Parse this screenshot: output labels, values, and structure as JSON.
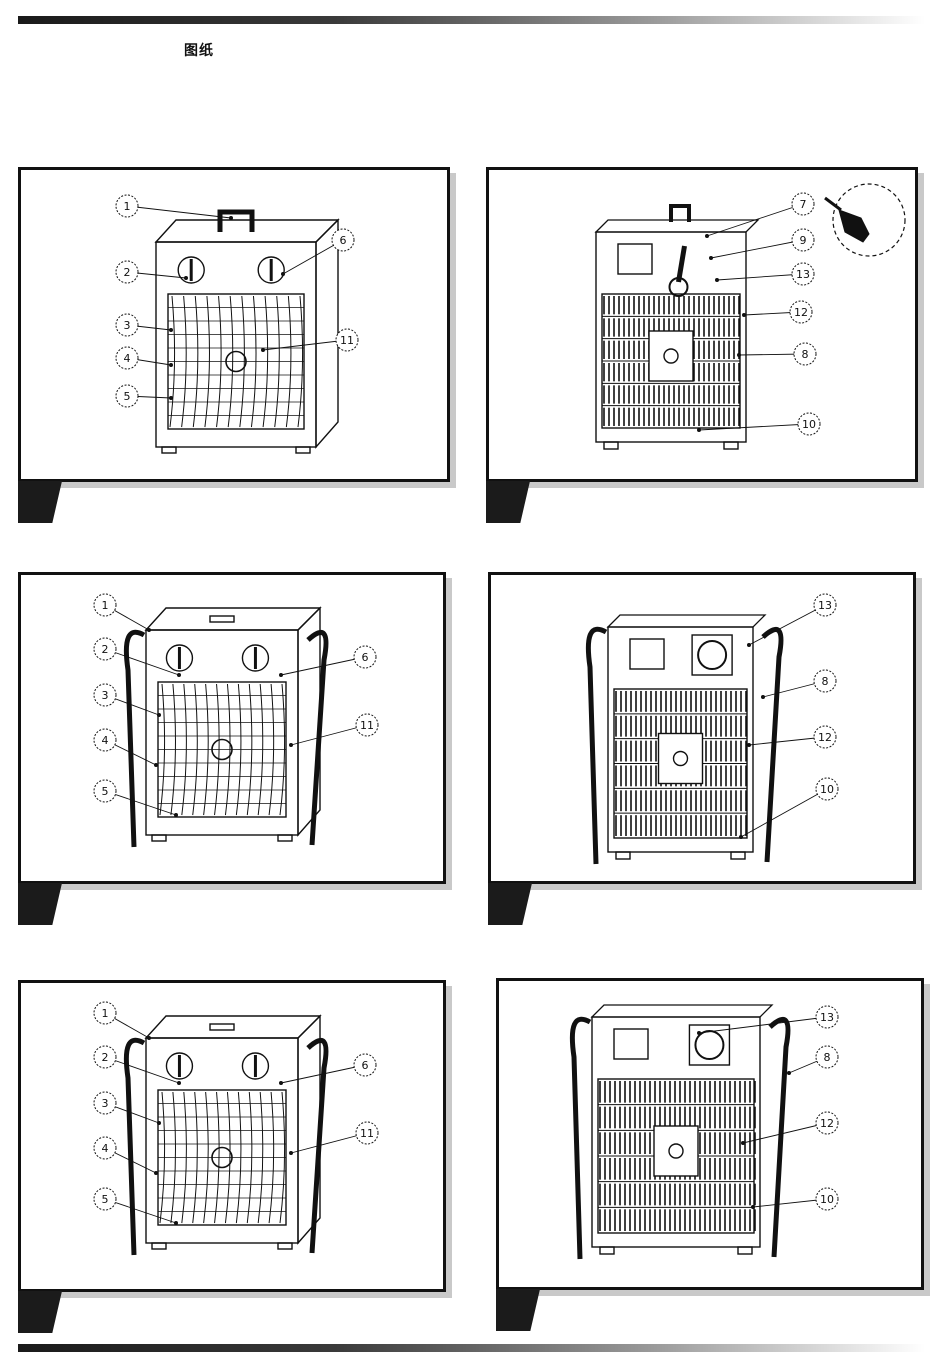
{
  "page": {
    "title": "图纸"
  },
  "figures": [
    {
      "id": "fig-1",
      "view": "front",
      "stand": "handle",
      "callouts": [
        "1",
        "2",
        "3",
        "4",
        "5",
        "6",
        "11"
      ]
    },
    {
      "id": "fig-2",
      "view": "back",
      "stand": "handle",
      "inset": "plug",
      "callouts": [
        "7",
        "9",
        "13",
        "12",
        "8",
        "10"
      ]
    },
    {
      "id": "fig-3",
      "view": "front",
      "stand": "frame",
      "callouts": [
        "1",
        "2",
        "3",
        "4",
        "5",
        "6",
        "11"
      ]
    },
    {
      "id": "fig-4",
      "view": "back",
      "stand": "frame",
      "socket": true,
      "callouts": [
        "13",
        "8",
        "12",
        "10"
      ]
    },
    {
      "id": "fig-5",
      "view": "front",
      "stand": "frame",
      "callouts": [
        "1",
        "2",
        "3",
        "4",
        "5",
        "6",
        "11"
      ]
    },
    {
      "id": "fig-6",
      "view": "back",
      "stand": "frame",
      "socket": true,
      "callouts": [
        "13",
        "8",
        "12",
        "10"
      ]
    }
  ],
  "colors": {
    "ink": "#111111",
    "tab": "#1b1b1b",
    "shadow": "#c9c9c9"
  }
}
